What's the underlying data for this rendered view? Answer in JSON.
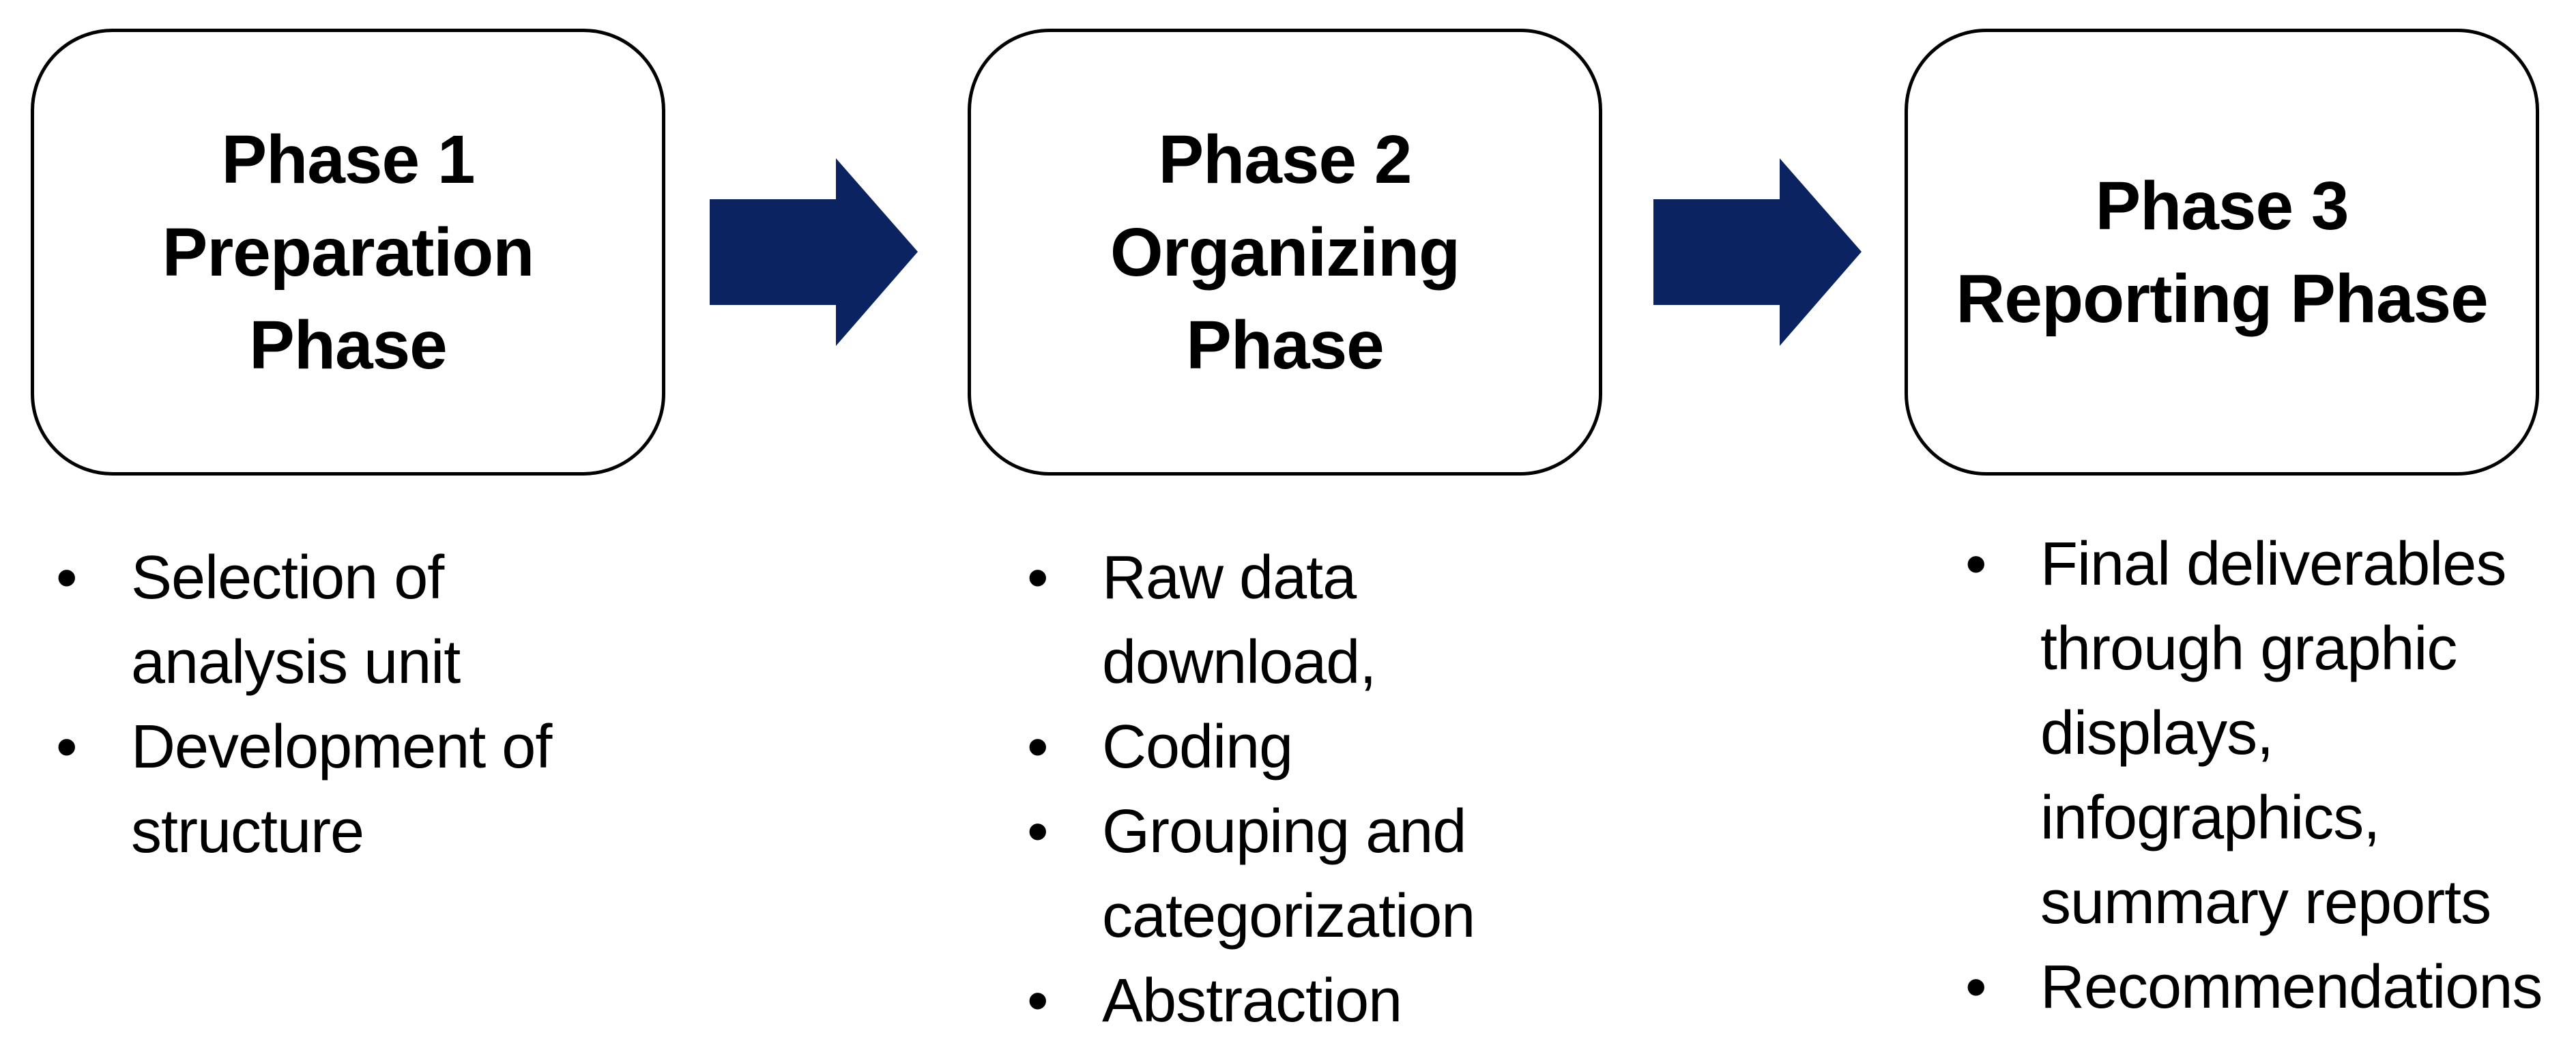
{
  "phases": [
    {
      "title_lines": [
        "Phase 1",
        "Preparation",
        "Phase"
      ],
      "bullets": [
        {
          "lines": [
            "Selection of",
            "analysis unit"
          ]
        },
        {
          "lines": [
            "Development of",
            "structure"
          ]
        }
      ]
    },
    {
      "title_lines": [
        "Phase 2",
        "Organizing",
        "Phase"
      ],
      "bullets": [
        {
          "lines": [
            "Raw data",
            "download,"
          ]
        },
        {
          "lines": [
            "Coding"
          ]
        },
        {
          "lines": [
            "Grouping and",
            "categorization"
          ]
        },
        {
          "lines": [
            "Abstraction"
          ]
        }
      ]
    },
    {
      "title_lines": [
        "Phase 3",
        "Reporting Phase"
      ],
      "bullets": [
        {
          "lines": [
            "Final deliverables",
            "through graphic",
            "displays,",
            "infographics,",
            "summary reports"
          ]
        },
        {
          "lines": [
            "Recommendations"
          ]
        }
      ]
    }
  ],
  "bullet_char": "•",
  "colors": {
    "arrow": "#0b2360",
    "box_border": "#000000",
    "text": "#000000"
  },
  "icons": {
    "arrow": "right-arrow-icon"
  }
}
